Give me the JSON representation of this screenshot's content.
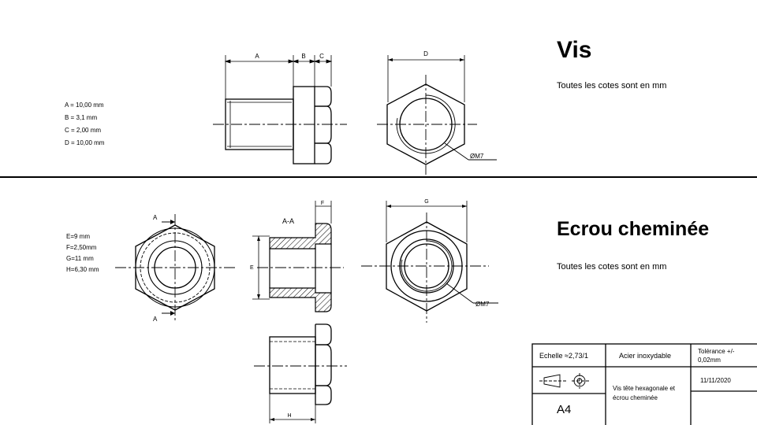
{
  "vis": {
    "title": "Vis",
    "note": "Toutes les cotes sont en mm",
    "dims": [
      "A = 10,00 mm",
      "B = 3,1 mm",
      "C = 2,00 mm",
      "D = 10,00 mm"
    ],
    "labels": {
      "a": "A",
      "b": "B",
      "c": "C",
      "d": "D",
      "thread": "ØM7"
    }
  },
  "ecrou": {
    "title": "Ecrou cheminée",
    "note": "Toutes les cotes sont en mm",
    "dims": [
      "E=9 mm",
      "F=2,50mm",
      "G=11 mm",
      "H=6,30 mm"
    ],
    "labels": {
      "section_top": "A",
      "section_bottom": "A",
      "section_view": "A-A",
      "e": "E",
      "f": "F",
      "g": "G",
      "h": "H",
      "thread": "ØM7"
    }
  },
  "title_block": {
    "scale": "Echelle ≈2,73/1",
    "material": "Acier inoxydable",
    "tolerance": "Tolérance +/- 0,02mm",
    "date": "11/11/2020",
    "format": "A4",
    "description": "Vis tête hexagonale et écrou cheminée"
  }
}
